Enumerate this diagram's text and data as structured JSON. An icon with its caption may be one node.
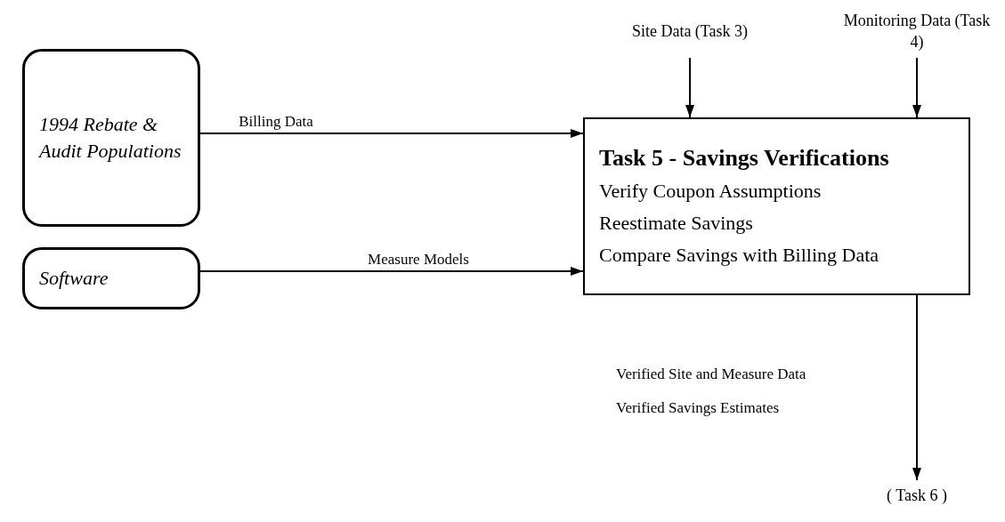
{
  "diagram": {
    "nodes": [
      {
        "text": [
          "1994 Rebate & Audit Populations"
        ]
      },
      {
        "text": [
          "Software"
        ]
      },
      {
        "text": [
          "Task 5 - Savings Verifications",
          "Verify Coupon Assumptions",
          "Reestimate Savings",
          "Compare Savings with Billing Data"
        ]
      },
      {
        "text": [
          "Site Data (Task 3)"
        ]
      },
      {
        "text": [
          "Monitoring Data (Task 4)"
        ]
      },
      {
        "text": [
          "( Task 6 )"
        ]
      }
    ],
    "edges": [
      {
        "from": 0,
        "to": 2,
        "arrow": "to",
        "label": "Billing Data"
      },
      {
        "from": 1,
        "to": 2,
        "arrow": "to",
        "label": "Measure Models"
      },
      {
        "from": 3,
        "to": 2,
        "arrow": "to"
      },
      {
        "from": 4,
        "to": 2,
        "arrow": "to"
      },
      {
        "from": 2,
        "to": 5,
        "arrow": "to"
      }
    ],
    "labels": [
      "Verified Site and Measure Data",
      "Verified Savings Estimates"
    ]
  }
}
